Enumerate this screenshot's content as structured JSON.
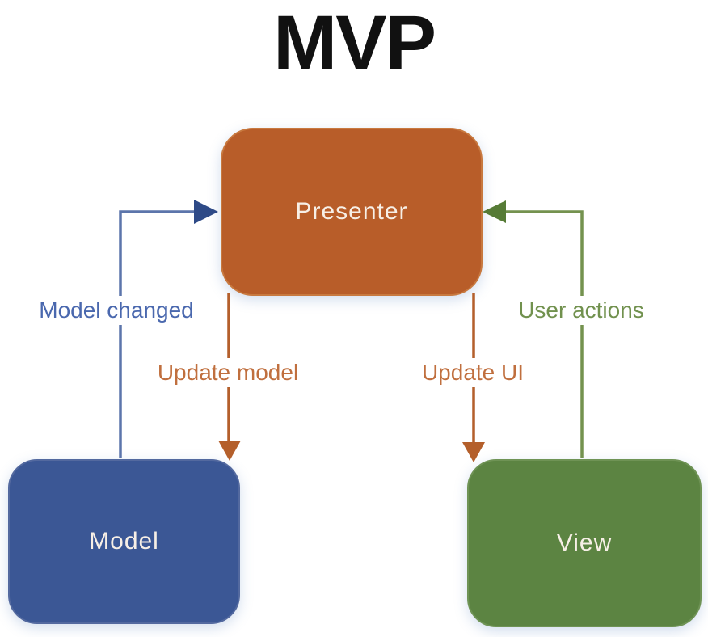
{
  "title": "MVP",
  "colors": {
    "title_color": "#111111",
    "node_text": "#f7efe6",
    "presenter_fill": "#b85d29",
    "presenter_border": "#c8793f",
    "model_fill": "#3b5795",
    "model_border": "#53699f",
    "view_fill": "#5c8442",
    "view_border": "#6f9355",
    "blue_line": "#5c75ab",
    "blue_arrow": "#2e4a87",
    "blue_label": "#4a68ae",
    "orange_line": "#b45f2b",
    "orange_arrow": "#b45f2b",
    "orange_label": "#c06f3e",
    "green_line": "#74924f",
    "green_arrow": "#567b36",
    "green_label": "#71914e"
  },
  "nodes": {
    "presenter": {
      "label": "Presenter"
    },
    "model": {
      "label": "Model"
    },
    "view": {
      "label": "View"
    }
  },
  "edges": {
    "model_changed": {
      "label": "Model changed",
      "from": "Model",
      "to": "Presenter"
    },
    "update_model": {
      "label": "Update model",
      "from": "Presenter",
      "to": "Model"
    },
    "update_ui": {
      "label": "Update UI",
      "from": "Presenter",
      "to": "View"
    },
    "user_actions": {
      "label": "User actions",
      "from": "View",
      "to": "Presenter"
    }
  }
}
